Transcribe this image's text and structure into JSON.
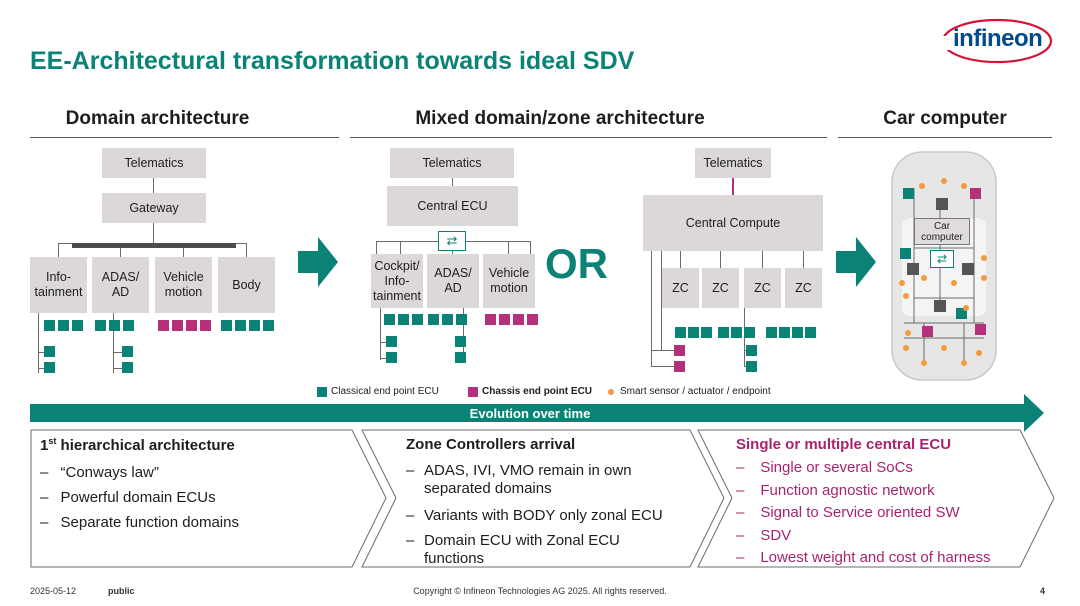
{
  "slide": {
    "title": "EE-Architectural transformation towards ideal SDV",
    "logo_text": "infineon",
    "headers": {
      "domain": "Domain architecture",
      "mixed": "Mixed domain/zone architecture",
      "car": "Car computer"
    },
    "or_label": "OR",
    "evolution_label": "Evolution over time"
  },
  "domain_arch": {
    "telematics": "Telematics",
    "gateway": "Gateway",
    "domains": [
      "Info-tainment",
      "ADAS/ AD",
      "Vehicle motion",
      "Body"
    ]
  },
  "mixed_arch": {
    "telematics": "Telematics",
    "central_ecu": "Central ECU",
    "domains": [
      "Cockpit/ Info-tainment",
      "ADAS/ AD",
      "Vehicle motion"
    ]
  },
  "zone_arch": {
    "telematics": "Telematics",
    "central_compute": "Central Compute",
    "zones": [
      "ZC",
      "ZC",
      "ZC",
      "ZC"
    ]
  },
  "car_computer": {
    "label": "Car computer"
  },
  "legend": {
    "classical": "Classical end point ECU",
    "chassis": "Chassis end point ECU",
    "smart": "Smart sensor / actuator / endpoint"
  },
  "panels": [
    {
      "heading_main": "1",
      "heading_sup": "st",
      "heading_rest": " hierarchical architecture",
      "items": [
        "“Conways law”",
        "Powerful domain ECUs",
        "Separate function domains"
      ]
    },
    {
      "heading": "Zone Controllers arrival",
      "items": [
        "ADAS, IVI, VMO remain in own separated domains",
        "Variants with BODY only zonal ECU",
        "Domain ECU with Zonal ECU functions"
      ]
    },
    {
      "heading": "Single or multiple central ECU",
      "items": [
        "Single or several SoCs",
        "Function agnostic network",
        "Signal to Service oriented SW",
        "SDV",
        "Lowest weight and cost of harness"
      ]
    }
  ],
  "footer": {
    "date": "2025-05-12",
    "classification": "public",
    "copyright": "Copyright © Infineon Technologies AG 2025. All rights reserved.",
    "page": "4"
  },
  "colors": {
    "accent_teal": "#0a8276",
    "magenta": "#b5307a",
    "orange": "#f39a3c",
    "box_gray": "#dcd8d8"
  }
}
